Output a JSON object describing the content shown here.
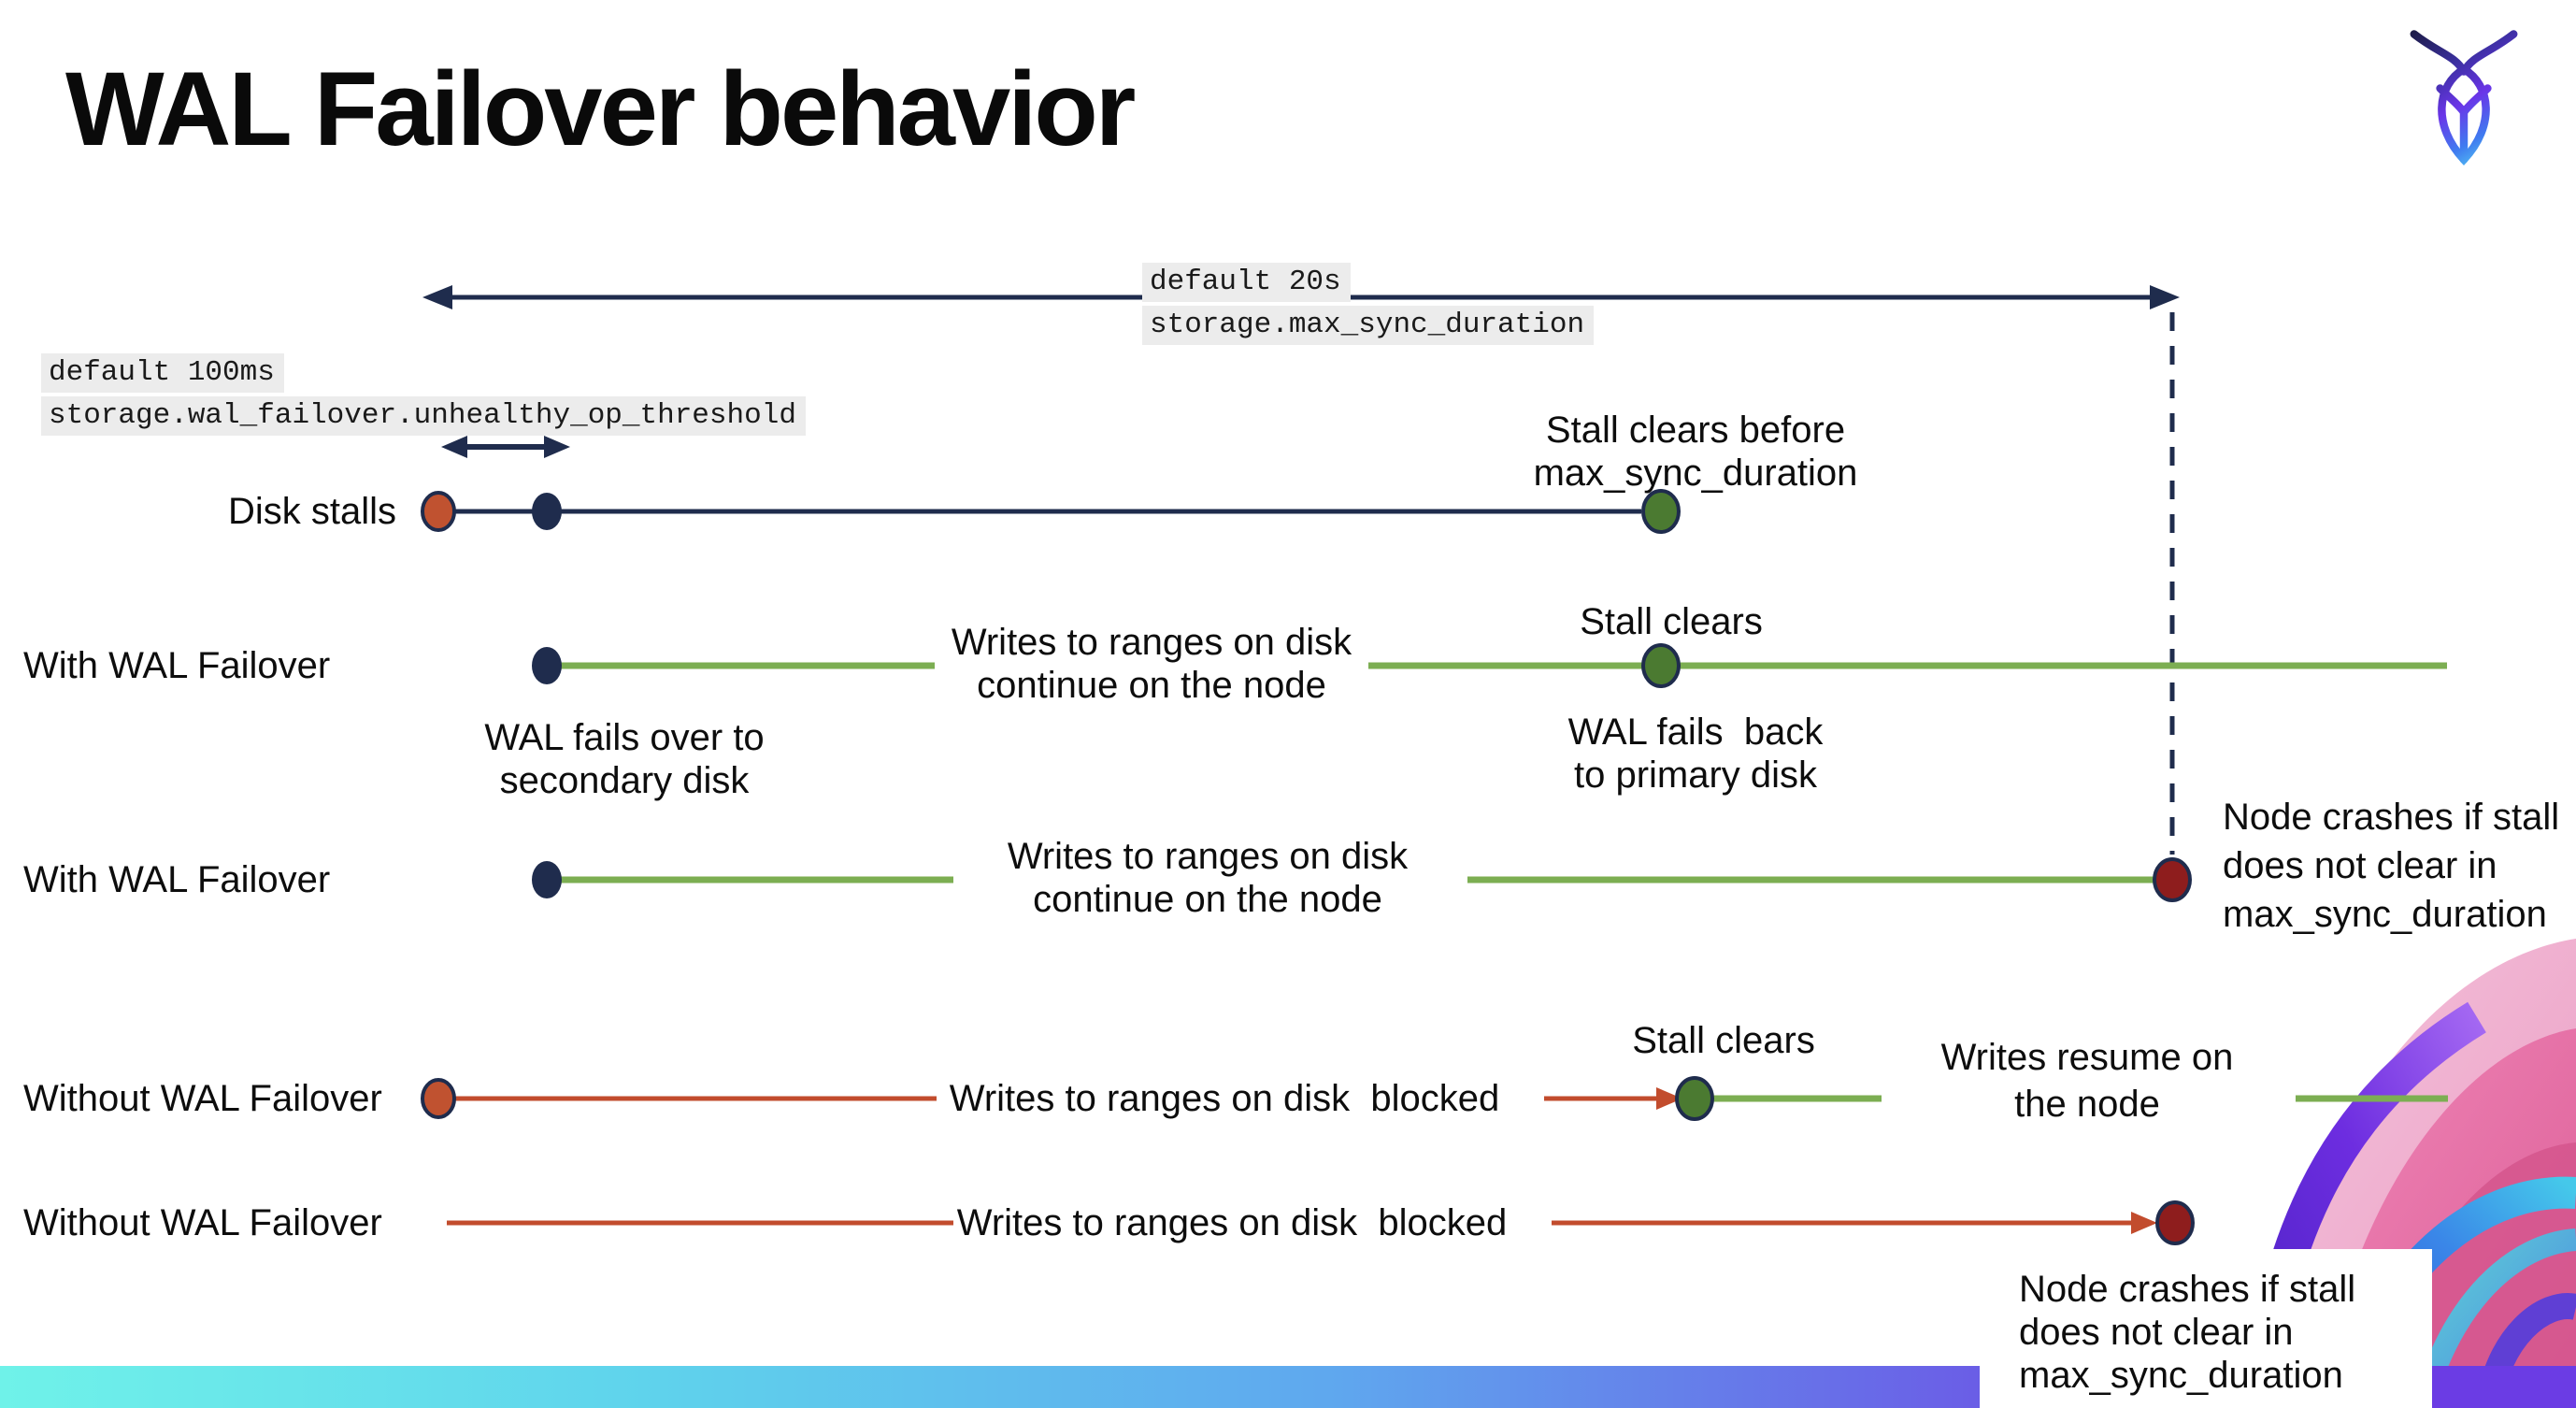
{
  "page": {
    "title": "WAL Failover behavior"
  },
  "logo": {
    "name": "cockroachdb-mark"
  },
  "config_labels": {
    "max_sync_duration": {
      "default_line": "default 20s",
      "setting_line": "storage.max_sync_duration"
    },
    "unhealthy_op_threshold": {
      "default_line": "default 100ms",
      "setting_line": "storage.wal_failover.unhealthy_op_threshold"
    }
  },
  "rows": {
    "disk_stalls": {
      "label": "Disk stalls",
      "stall_clears_note": "Stall clears before\nmax_sync_duration"
    },
    "with_failover_1": {
      "label": "With WAL Failover",
      "failover_note": "WAL fails over to\nsecondary disk",
      "writes_note": "Writes to ranges on disk\ncontinue on the node",
      "stall_note": "Stall clears",
      "failback_note": "WAL fails  back\nto primary disk"
    },
    "with_failover_2": {
      "label": "With WAL Failover",
      "writes_note": "Writes to ranges on disk\ncontinue on the node",
      "crash_note": "Node crashes if stall\ndoes not clear in\nmax_sync_duration"
    },
    "without_failover_1": {
      "label": "Without WAL Failover",
      "blocked_note": "Writes to ranges on disk  blocked",
      "stall_note": "Stall clears",
      "resume_note": "Writes resume on\nthe node"
    },
    "without_failover_2": {
      "label": "Without WAL Failover",
      "blocked_note": "Writes to ranges on disk  blocked",
      "crash_note": "Node crashes if stall\ndoes not clear in\nmax_sync_duration"
    }
  },
  "colors": {
    "navy": "#1f2c4d",
    "green_line": "#7cae52",
    "green_dot": "#4b7a31",
    "red_line": "#c24c2d",
    "red_dot": "#c05230",
    "dark_red": "#8e1d1d",
    "highlight_bg": "#ececec",
    "text": "#0d0d0d"
  }
}
